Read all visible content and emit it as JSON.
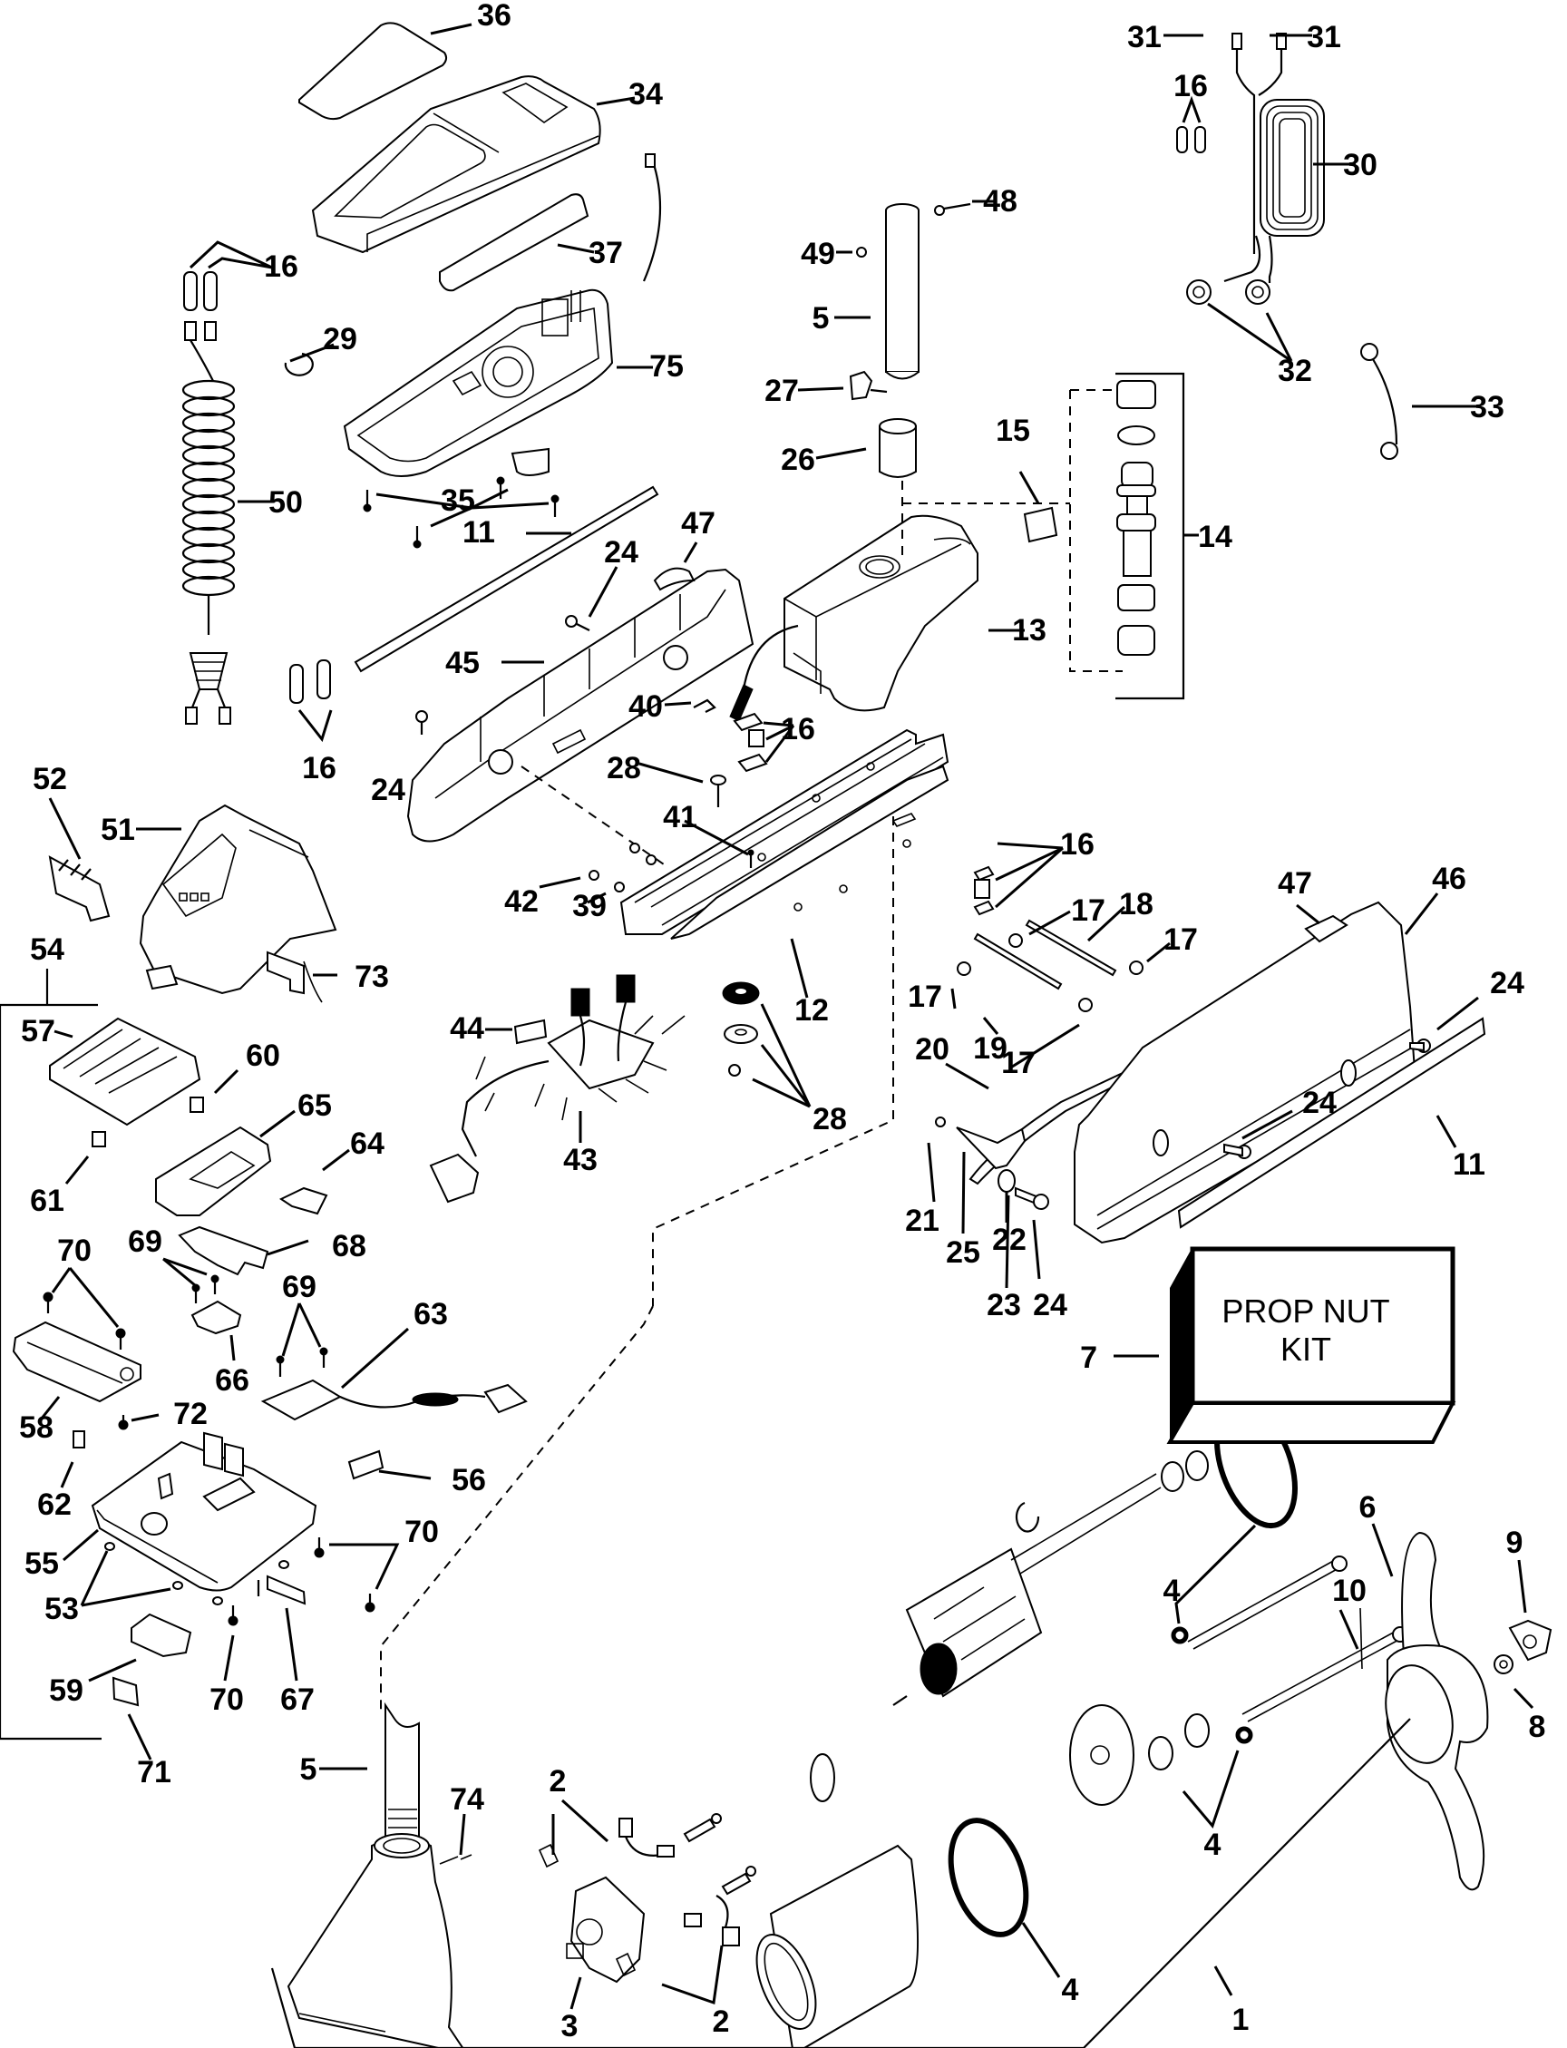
{
  "diagram": {
    "title": "Trolling Motor Exploded Parts View",
    "kit_box": {
      "line1": "PROP NUT",
      "line2": "KIT",
      "callout": "7"
    },
    "callouts": [
      {
        "id": "c36",
        "num": "36"
      },
      {
        "id": "c34",
        "num": "34"
      },
      {
        "id": "c37",
        "num": "37"
      },
      {
        "id": "c16a",
        "num": "16"
      },
      {
        "id": "c29",
        "num": "29"
      },
      {
        "id": "c75",
        "num": "75"
      },
      {
        "id": "c50",
        "num": "50"
      },
      {
        "id": "c35",
        "num": "35"
      },
      {
        "id": "c11a",
        "num": "11"
      },
      {
        "id": "c16b",
        "num": "16"
      },
      {
        "id": "c24a",
        "num": "24"
      },
      {
        "id": "c24b",
        "num": "24"
      },
      {
        "id": "c45",
        "num": "45"
      },
      {
        "id": "c47a",
        "num": "47"
      },
      {
        "id": "c40",
        "num": "40"
      },
      {
        "id": "c16c",
        "num": "16"
      },
      {
        "id": "c28a",
        "num": "28"
      },
      {
        "id": "c41",
        "num": "41"
      },
      {
        "id": "c42",
        "num": "42"
      },
      {
        "id": "c39",
        "num": "39"
      },
      {
        "id": "c12",
        "num": "12"
      },
      {
        "id": "c49",
        "num": "49"
      },
      {
        "id": "c48",
        "num": "48"
      },
      {
        "id": "c5a",
        "num": "5"
      },
      {
        "id": "c27",
        "num": "27"
      },
      {
        "id": "c26",
        "num": "26"
      },
      {
        "id": "c15",
        "num": "15"
      },
      {
        "id": "c14",
        "num": "14"
      },
      {
        "id": "c13",
        "num": "13"
      },
      {
        "id": "c31a",
        "num": "31"
      },
      {
        "id": "c31b",
        "num": "31"
      },
      {
        "id": "c16d",
        "num": "16"
      },
      {
        "id": "c30",
        "num": "30"
      },
      {
        "id": "c32",
        "num": "32"
      },
      {
        "id": "c33",
        "num": "33"
      },
      {
        "id": "c52",
        "num": "52"
      },
      {
        "id": "c51",
        "num": "51"
      },
      {
        "id": "c54",
        "num": "54"
      },
      {
        "id": "c73",
        "num": "73"
      },
      {
        "id": "c57",
        "num": "57"
      },
      {
        "id": "c60",
        "num": "60"
      },
      {
        "id": "c61",
        "num": "61"
      },
      {
        "id": "c65",
        "num": "65"
      },
      {
        "id": "c64",
        "num": "64"
      },
      {
        "id": "c44",
        "num": "44"
      },
      {
        "id": "c43",
        "num": "43"
      },
      {
        "id": "c28b",
        "num": "28"
      },
      {
        "id": "c16e",
        "num": "16"
      },
      {
        "id": "c17a",
        "num": "17"
      },
      {
        "id": "c18",
        "num": "18"
      },
      {
        "id": "c17b",
        "num": "17"
      },
      {
        "id": "c17c",
        "num": "17"
      },
      {
        "id": "c19",
        "num": "19"
      },
      {
        "id": "c17d",
        "num": "17"
      },
      {
        "id": "c20",
        "num": "20"
      },
      {
        "id": "c47b",
        "num": "47"
      },
      {
        "id": "c46",
        "num": "46"
      },
      {
        "id": "c24c",
        "num": "24"
      },
      {
        "id": "c24d",
        "num": "24"
      },
      {
        "id": "c11b",
        "num": "11"
      },
      {
        "id": "c21",
        "num": "21"
      },
      {
        "id": "c25",
        "num": "25"
      },
      {
        "id": "c22",
        "num": "22"
      },
      {
        "id": "c23",
        "num": "23"
      },
      {
        "id": "c24e",
        "num": "24"
      },
      {
        "id": "c70a",
        "num": "70"
      },
      {
        "id": "c69a",
        "num": "69"
      },
      {
        "id": "c68",
        "num": "68"
      },
      {
        "id": "c69b",
        "num": "69"
      },
      {
        "id": "c63",
        "num": "63"
      },
      {
        "id": "c66",
        "num": "66"
      },
      {
        "id": "c58",
        "num": "58"
      },
      {
        "id": "c72",
        "num": "72"
      },
      {
        "id": "c62",
        "num": "62"
      },
      {
        "id": "c56",
        "num": "56"
      },
      {
        "id": "c55",
        "num": "55"
      },
      {
        "id": "c70b",
        "num": "70"
      },
      {
        "id": "c53",
        "num": "53"
      },
      {
        "id": "c67",
        "num": "67"
      },
      {
        "id": "c59",
        "num": "59"
      },
      {
        "id": "c70c",
        "num": "70"
      },
      {
        "id": "c71",
        "num": "71"
      },
      {
        "id": "c5b",
        "num": "5"
      },
      {
        "id": "c74",
        "num": "74"
      },
      {
        "id": "c2a",
        "num": "2"
      },
      {
        "id": "c3",
        "num": "3"
      },
      {
        "id": "c2b",
        "num": "2"
      },
      {
        "id": "c4a",
        "num": "4"
      },
      {
        "id": "c4b",
        "num": "4"
      },
      {
        "id": "c4c",
        "num": "4"
      },
      {
        "id": "c1",
        "num": "1"
      },
      {
        "id": "c6",
        "num": "6"
      },
      {
        "id": "c10",
        "num": "10"
      },
      {
        "id": "c9",
        "num": "9"
      },
      {
        "id": "c8",
        "num": "8"
      }
    ]
  }
}
